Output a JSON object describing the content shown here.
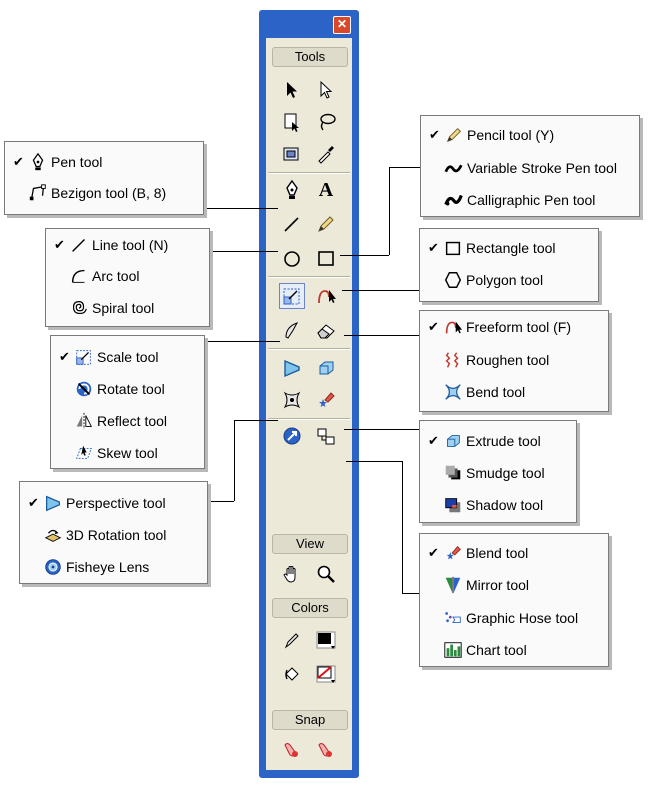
{
  "toolbox": {
    "sections": {
      "tools": "Tools",
      "view": "View",
      "colors": "Colors",
      "snap": "Snap"
    }
  },
  "flyouts": {
    "pen": [
      {
        "label": "Pen tool",
        "checked": true,
        "icon": "pen-icon"
      },
      {
        "label": "Bezigon tool (B, 8)",
        "checked": false,
        "icon": "bezigon-icon"
      }
    ],
    "line": [
      {
        "label": "Line tool (N)",
        "checked": true,
        "icon": "line-icon"
      },
      {
        "label": "Arc tool",
        "checked": false,
        "icon": "arc-icon"
      },
      {
        "label": "Spiral tool",
        "checked": false,
        "icon": "spiral-icon"
      }
    ],
    "scale": [
      {
        "label": "Scale tool",
        "checked": true,
        "icon": "scale-icon"
      },
      {
        "label": "Rotate tool",
        "checked": false,
        "icon": "rotate-icon"
      },
      {
        "label": "Reflect tool",
        "checked": false,
        "icon": "reflect-icon"
      },
      {
        "label": "Skew tool",
        "checked": false,
        "icon": "skew-icon"
      }
    ],
    "perspective": [
      {
        "label": "Perspective tool",
        "checked": true,
        "icon": "perspective-icon"
      },
      {
        "label": "3D Rotation tool",
        "checked": false,
        "icon": "3d-rotation-icon"
      },
      {
        "label": "Fisheye Lens",
        "checked": false,
        "icon": "fisheye-icon"
      }
    ],
    "pencil": [
      {
        "label": "Pencil tool (Y)",
        "checked": true,
        "icon": "pencil-icon"
      },
      {
        "label": "Variable Stroke Pen tool",
        "checked": false,
        "icon": "variable-stroke-icon"
      },
      {
        "label": "Calligraphic Pen tool",
        "checked": false,
        "icon": "calligraphic-icon"
      }
    ],
    "rectangle": [
      {
        "label": "Rectangle tool",
        "checked": true,
        "icon": "rectangle-icon"
      },
      {
        "label": "Polygon tool",
        "checked": false,
        "icon": "polygon-icon"
      }
    ],
    "freeform": [
      {
        "label": "Freeform tool (F)",
        "checked": true,
        "icon": "freeform-icon"
      },
      {
        "label": "Roughen tool",
        "checked": false,
        "icon": "roughen-icon"
      },
      {
        "label": "Bend tool",
        "checked": false,
        "icon": "bend-icon"
      }
    ],
    "extrude": [
      {
        "label": "Extrude tool",
        "checked": true,
        "icon": "extrude-icon"
      },
      {
        "label": "Smudge tool",
        "checked": false,
        "icon": "smudge-icon"
      },
      {
        "label": "Shadow tool",
        "checked": false,
        "icon": "shadow-icon"
      }
    ],
    "blend": [
      {
        "label": "Blend tool",
        "checked": true,
        "icon": "blend-icon"
      },
      {
        "label": "Mirror tool",
        "checked": false,
        "icon": "mirror-icon"
      },
      {
        "label": "Graphic Hose tool",
        "checked": false,
        "icon": "graphic-hose-icon"
      },
      {
        "label": "Chart tool",
        "checked": false,
        "icon": "chart-icon"
      }
    ]
  },
  "colors": {
    "window_frame": "#2b63c6",
    "panel": "#ece9d8",
    "close_button": "#d9482a",
    "flyout_bg": "#fafafa"
  },
  "check_mark": "✔"
}
